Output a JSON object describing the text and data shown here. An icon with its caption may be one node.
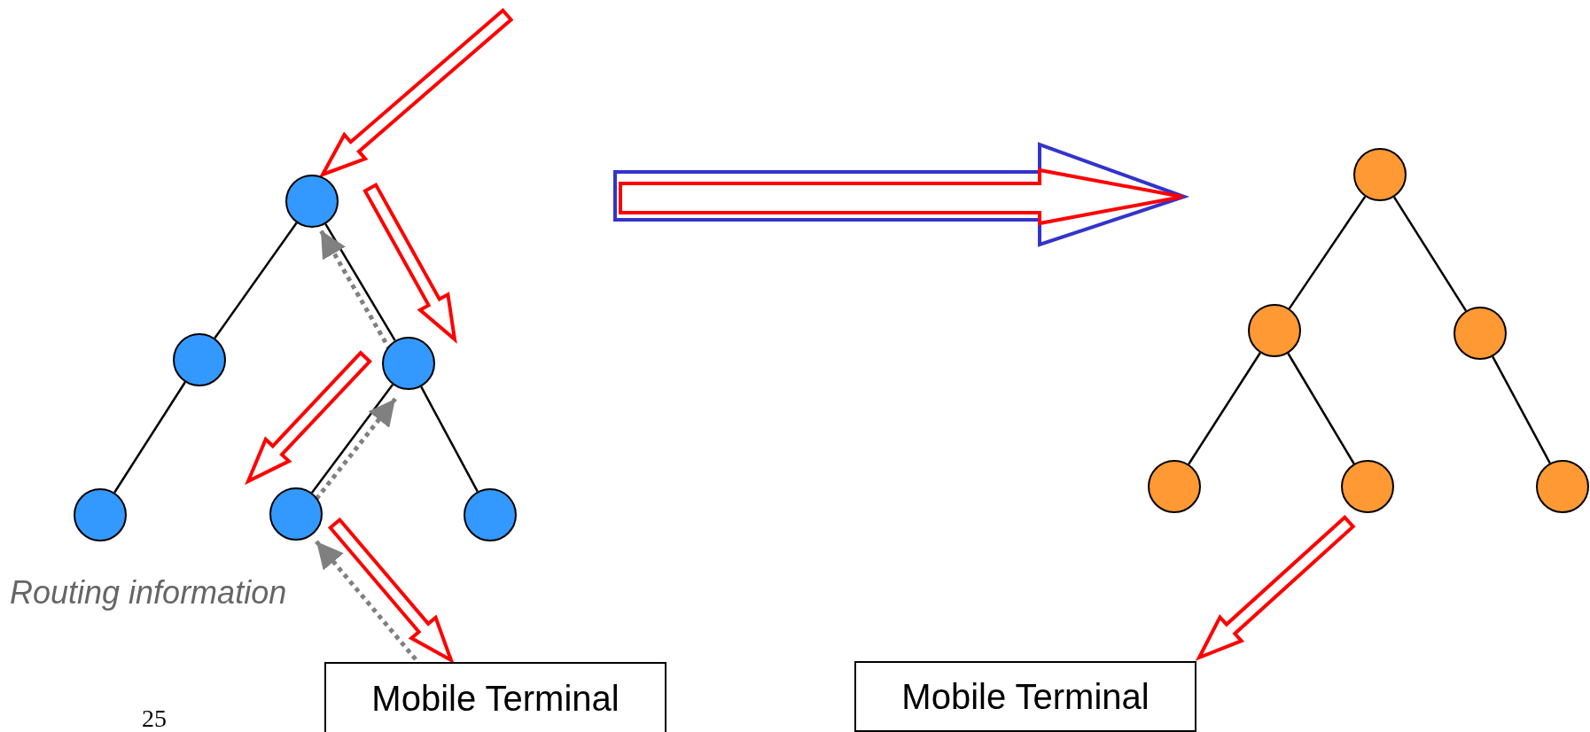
{
  "diagram": {
    "nodes": [
      {
        "text": [],
        "shape": "circle"
      },
      {
        "text": [],
        "shape": "circle"
      },
      {
        "text": [],
        "shape": "circle"
      },
      {
        "text": [],
        "shape": "circle"
      },
      {
        "text": [],
        "shape": "circle"
      },
      {
        "text": [],
        "shape": "circle"
      },
      {
        "text": [
          "Mobile Terminal"
        ]
      },
      {
        "text": [],
        "shape": "circle"
      },
      {
        "text": [],
        "shape": "circle"
      },
      {
        "text": [],
        "shape": "circle"
      },
      {
        "text": [],
        "shape": "circle"
      },
      {
        "text": [],
        "shape": "circle"
      },
      {
        "text": [],
        "shape": "circle"
      },
      {
        "text": [
          "Mobile Terminal"
        ]
      }
    ],
    "edges": [
      {
        "from": 0,
        "to": 1,
        "arrow": "none"
      },
      {
        "from": 0,
        "to": 2,
        "arrow": "none"
      },
      {
        "from": 1,
        "to": 3,
        "arrow": "none"
      },
      {
        "from": 2,
        "to": 4,
        "arrow": "none"
      },
      {
        "from": 2,
        "to": 5,
        "arrow": "none"
      },
      {
        "from": 7,
        "to": 8,
        "arrow": "none"
      },
      {
        "from": 7,
        "to": 9,
        "arrow": "none"
      },
      {
        "from": 8,
        "to": 10,
        "arrow": "none"
      },
      {
        "from": 8,
        "to": 11,
        "arrow": "none"
      },
      {
        "from": 9,
        "to": 12,
        "arrow": "none"
      },
      {
        "from": null,
        "to": 0,
        "arrow": "to",
        "style": "thick",
        "color": "#ff0000"
      },
      {
        "from": 0,
        "to": 2,
        "arrow": "to",
        "style": "thick",
        "color": "#ff0000"
      },
      {
        "from": 2,
        "to": 4,
        "arrow": "to",
        "style": "thick",
        "color": "#ff0000"
      },
      {
        "from": 4,
        "to": 6,
        "arrow": "to",
        "style": "thick",
        "color": "#ff0000"
      },
      {
        "from": 11,
        "to": 13,
        "arrow": "to",
        "style": "thick",
        "color": "#ff0000"
      },
      {
        "from": 6,
        "to": 4,
        "arrow": "to",
        "style": "dashed",
        "color": "#808080"
      },
      {
        "from": 4,
        "to": 2,
        "arrow": "to",
        "style": "dashed",
        "color": "#808080"
      },
      {
        "from": 2,
        "to": 0,
        "arrow": "to",
        "style": "dashed",
        "color": "#808080"
      }
    ],
    "labels": [
      "Routing information",
      "25"
    ]
  }
}
